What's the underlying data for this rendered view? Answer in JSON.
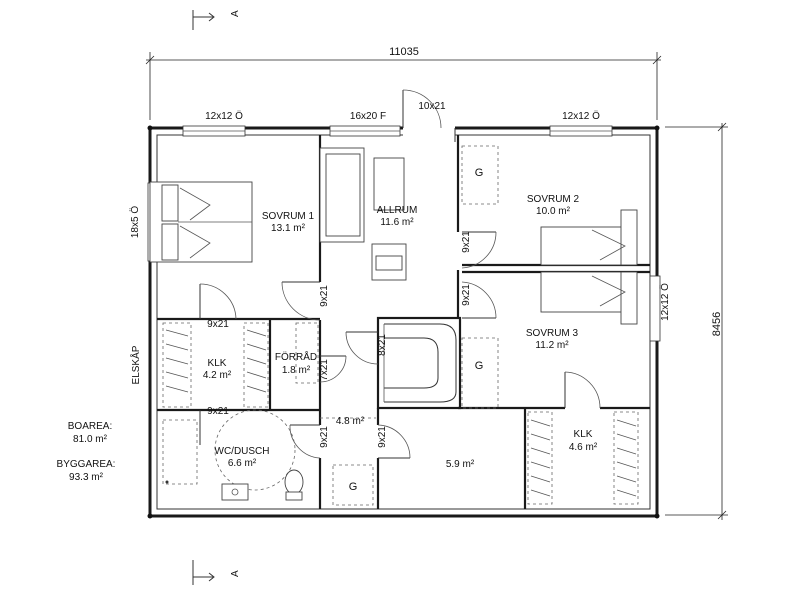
{
  "dimensions": {
    "width": "11035",
    "height": "8456"
  },
  "section_marker": "A",
  "windows": {
    "top_left": "12x12 Ö",
    "top_center": "16x20 F",
    "top_right": "12x12 Ö",
    "left": "18x5 Ö",
    "right": "12x12 Ö"
  },
  "doors": {
    "entry": "10x21",
    "klk_top": "9x21",
    "klk_bottom": "9x21",
    "sovrum1": "9x21",
    "forrad": "7x21",
    "stair": "8x21",
    "sovrum2": "9x21",
    "sovrum3": "9x21",
    "wc": "9x21",
    "hall": "9x21"
  },
  "rooms": {
    "sovrum1": {
      "name": "SOVRUM 1",
      "area": "13.1 m²"
    },
    "allrum": {
      "name": "ALLRUM",
      "area": "11.6 m²"
    },
    "sovrum2": {
      "name": "SOVRUM 2",
      "area": "10.0 m²"
    },
    "sovrum3": {
      "name": "SOVRUM 3",
      "area": "11.2 m²"
    },
    "klk_left": {
      "name": "KLK",
      "area": "4.2 m²"
    },
    "forrad": {
      "name": "FÖRRÅD",
      "area": "1.8 m²"
    },
    "hall": {
      "area": "4.8 m²"
    },
    "wc": {
      "name": "WC/DUSCH",
      "area": "6.6 m²"
    },
    "landing": {
      "area": "5.9 m²"
    },
    "klk_right": {
      "name": "KLK",
      "area": "4.6 m²"
    }
  },
  "wardrobe_tags": [
    "G",
    "G",
    "G"
  ],
  "elskap": "ELSKÅP",
  "summary": {
    "boarea_label": "BOAREA:",
    "boarea_value": "81.0 m²",
    "byggarea_label": "BYGGAREA:",
    "byggarea_value": "93.3 m²"
  }
}
